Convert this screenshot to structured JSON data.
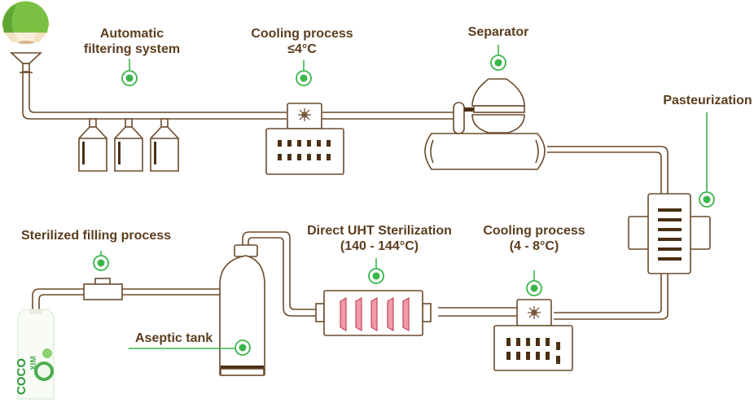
{
  "title": "Coconut water processing line",
  "colors": {
    "line": "#6b4a2b",
    "text": "#5c3d1e",
    "marker": "#3ab54a",
    "heater": "#f29aa8",
    "coconut_green": "#7bc043",
    "coconut_husk": "#f3e2c2"
  },
  "steps": [
    {
      "id": "filtering",
      "label_lines": [
        "Automatic",
        "filtering system"
      ]
    },
    {
      "id": "cooling1",
      "label_lines": [
        "Cooling process",
        "≤4°C"
      ]
    },
    {
      "id": "separator",
      "label_lines": [
        "Separator"
      ]
    },
    {
      "id": "pasteurization",
      "label_lines": [
        "Pasteurization"
      ]
    },
    {
      "id": "cooling2",
      "label_lines": [
        "Cooling process",
        "(4 - 8°C)"
      ]
    },
    {
      "id": "uht",
      "label_lines": [
        "Direct UHT Sterilization",
        "(140 - 144°C)"
      ]
    },
    {
      "id": "aseptic",
      "label_lines": [
        "Aseptic tank"
      ]
    },
    {
      "id": "filling",
      "label_lines": [
        "Sterilized filling process"
      ]
    }
  ],
  "product": {
    "brand_top": "COCO",
    "brand_bottom": "XIM"
  },
  "icons": {
    "coconut": "coconut-icon",
    "funnel": "funnel-icon",
    "snowflake": "snowflake-icon",
    "marker": "location-marker-icon",
    "carton": "juice-carton-icon"
  }
}
